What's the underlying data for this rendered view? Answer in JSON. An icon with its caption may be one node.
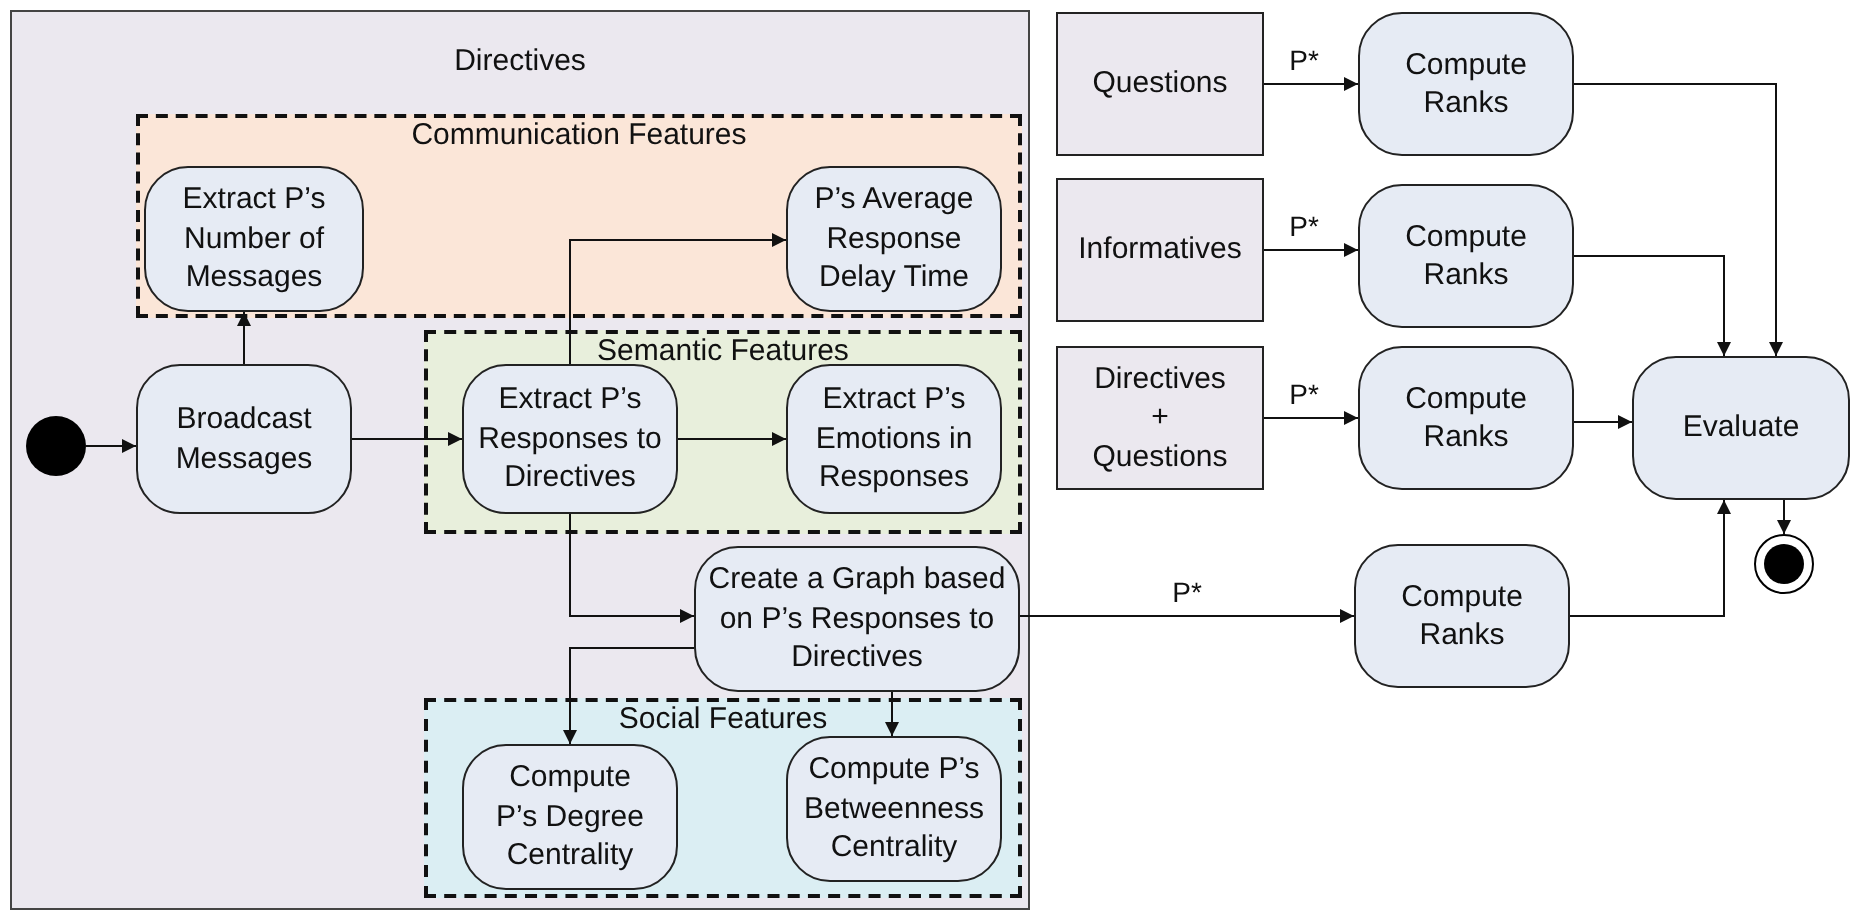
{
  "diagram": {
    "nodes": [
      {
        "text": [
          "Directives"
        ]
      },
      {
        "text": [
          "Communication Features"
        ],
        "in": 0
      },
      {
        "text": [
          "Extract P’s Number of Messages"
        ],
        "in": 1
      },
      {
        "text": [
          "P’s Average Response Delay Time"
        ],
        "in": 1
      },
      {
        "text": [],
        "shape": "circle",
        "in": 0
      },
      {
        "text": [
          "Broadcast Messages"
        ],
        "in": 0
      },
      {
        "text": [
          "Semantic Features"
        ],
        "in": 0
      },
      {
        "text": [
          "Extract P’s Responses to Directives"
        ],
        "in": 6
      },
      {
        "text": [
          "Extract P’s Emotions in Responses"
        ],
        "in": 6
      },
      {
        "text": [
          "Create a Graph based on P’s Responses to Directives"
        ],
        "in": 0
      },
      {
        "text": [
          "Social Features"
        ],
        "in": 0
      },
      {
        "text": [
          "Compute P’s Degree Centrality"
        ],
        "in": 10
      },
      {
        "text": [
          "Compute P’s Betweenness Centrality"
        ],
        "in": 10
      },
      {
        "text": [
          "Questions"
        ]
      },
      {
        "text": [
          "Compute Ranks"
        ]
      },
      {
        "text": [
          "Informatives"
        ]
      },
      {
        "text": [
          "Compute Ranks"
        ]
      },
      {
        "text": [
          "Directives + Questions"
        ]
      },
      {
        "text": [
          "Compute Ranks"
        ]
      },
      {
        "text": [
          "Evaluate"
        ]
      },
      {
        "text": [],
        "shape": "circle"
      },
      {
        "text": [
          "Compute Ranks"
        ]
      }
    ],
    "edges": [
      {
        "from": 4,
        "to": 5,
        "arrow": "to"
      },
      {
        "from": 5,
        "to": 2,
        "arrow": "to"
      },
      {
        "from": 5,
        "to": 7,
        "arrow": "to"
      },
      {
        "from": 7,
        "to": 3,
        "arrow": "to"
      },
      {
        "from": 7,
        "to": 8,
        "arrow": "to"
      },
      {
        "from": 7,
        "to": 9,
        "arrow": "to"
      },
      {
        "from": 9,
        "to": 11,
        "arrow": "to"
      },
      {
        "from": 9,
        "to": 12,
        "arrow": "to"
      },
      {
        "from": 13,
        "to": 14,
        "arrow": "to",
        "label": "P*"
      },
      {
        "from": 15,
        "to": 16,
        "arrow": "to",
        "label": "P*"
      },
      {
        "from": 17,
        "to": 18,
        "arrow": "to",
        "label": "P*"
      },
      {
        "from": 9,
        "to": 21,
        "arrow": "to",
        "label": "P*"
      },
      {
        "from": 14,
        "to": 19,
        "arrow": "to"
      },
      {
        "from": 16,
        "to": 19,
        "arrow": "to"
      },
      {
        "from": 18,
        "to": 19,
        "arrow": "to"
      },
      {
        "from": 21,
        "to": 19,
        "arrow": "to"
      },
      {
        "from": 19,
        "to": 20,
        "arrow": "to"
      }
    ]
  }
}
